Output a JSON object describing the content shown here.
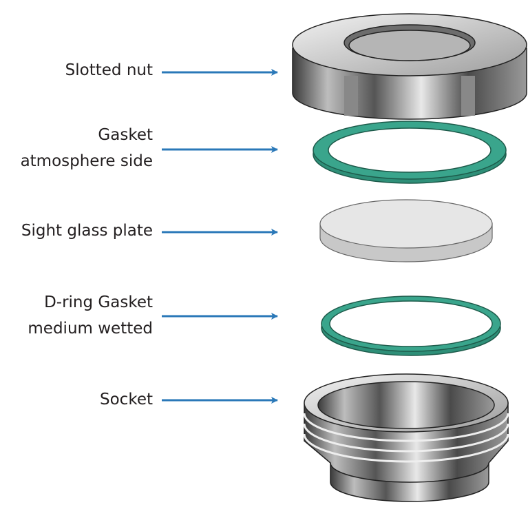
{
  "colors": {
    "arrow": "#2a78b8",
    "gasket": "#3aa58c",
    "text": "#231f20"
  },
  "parts": [
    {
      "id": "slotted-nut",
      "lines": [
        "Slotted nut"
      ]
    },
    {
      "id": "gasket-atmosphere",
      "lines": [
        "Gasket",
        "atmosphere side"
      ]
    },
    {
      "id": "sight-glass",
      "lines": [
        "Sight glass plate"
      ]
    },
    {
      "id": "d-ring-gasket",
      "lines": [
        "D-ring Gasket",
        "medium wetted"
      ]
    },
    {
      "id": "socket",
      "lines": [
        "Socket"
      ]
    }
  ]
}
